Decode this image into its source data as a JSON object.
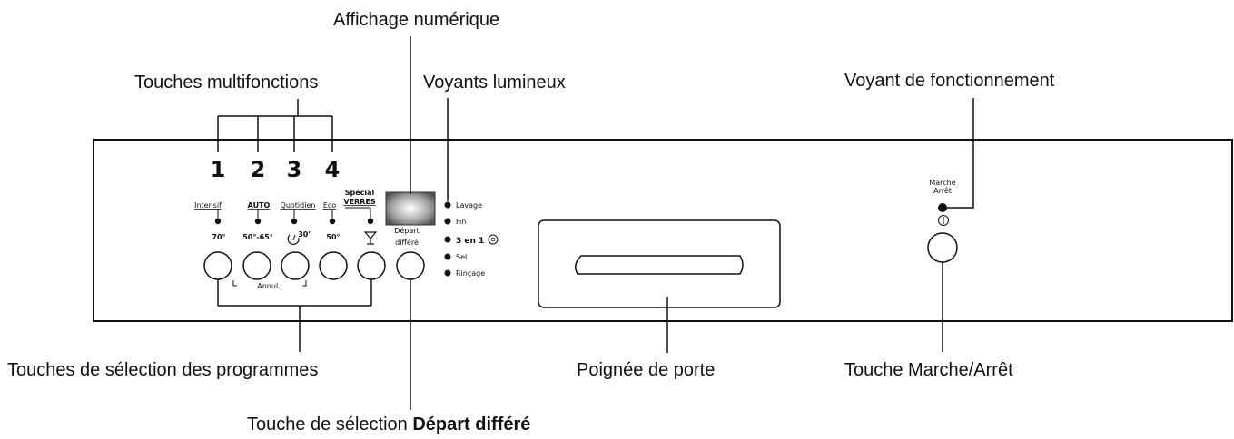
{
  "callouts": {
    "digital_display": "Affichage numérique",
    "multifunction_keys": "Touches multifonctions",
    "indicator_lights": "Voyants lumineux",
    "operation_light": "Voyant de fonctionnement",
    "program_keys": "Touches de sélection des programmes",
    "door_handle": "Poignée de porte",
    "onoff_key": "Touche Marche/Arrêt",
    "delay_key_prefix": "Touche de sélection ",
    "delay_key_bold": "Départ différé"
  },
  "panel": {
    "key_numbers": [
      "1",
      "2",
      "3",
      "4"
    ],
    "program_labels": [
      "Intensif",
      "AUTO",
      "Quotidien",
      "Eco"
    ],
    "special_line1": "Spécial",
    "special_line2": "VERRES",
    "temps": [
      "70°",
      "50°-65°",
      "30'",
      "50°"
    ],
    "annul": "Annul.",
    "delay_line1": "Départ",
    "delay_line2": "différé",
    "indicators": [
      "Lavage",
      "Fin",
      "3 en 1",
      "Sel",
      "Rinçage"
    ],
    "onoff_line1": "Marche",
    "onoff_line2": "Arrêt",
    "onoff_symbol": "①"
  }
}
